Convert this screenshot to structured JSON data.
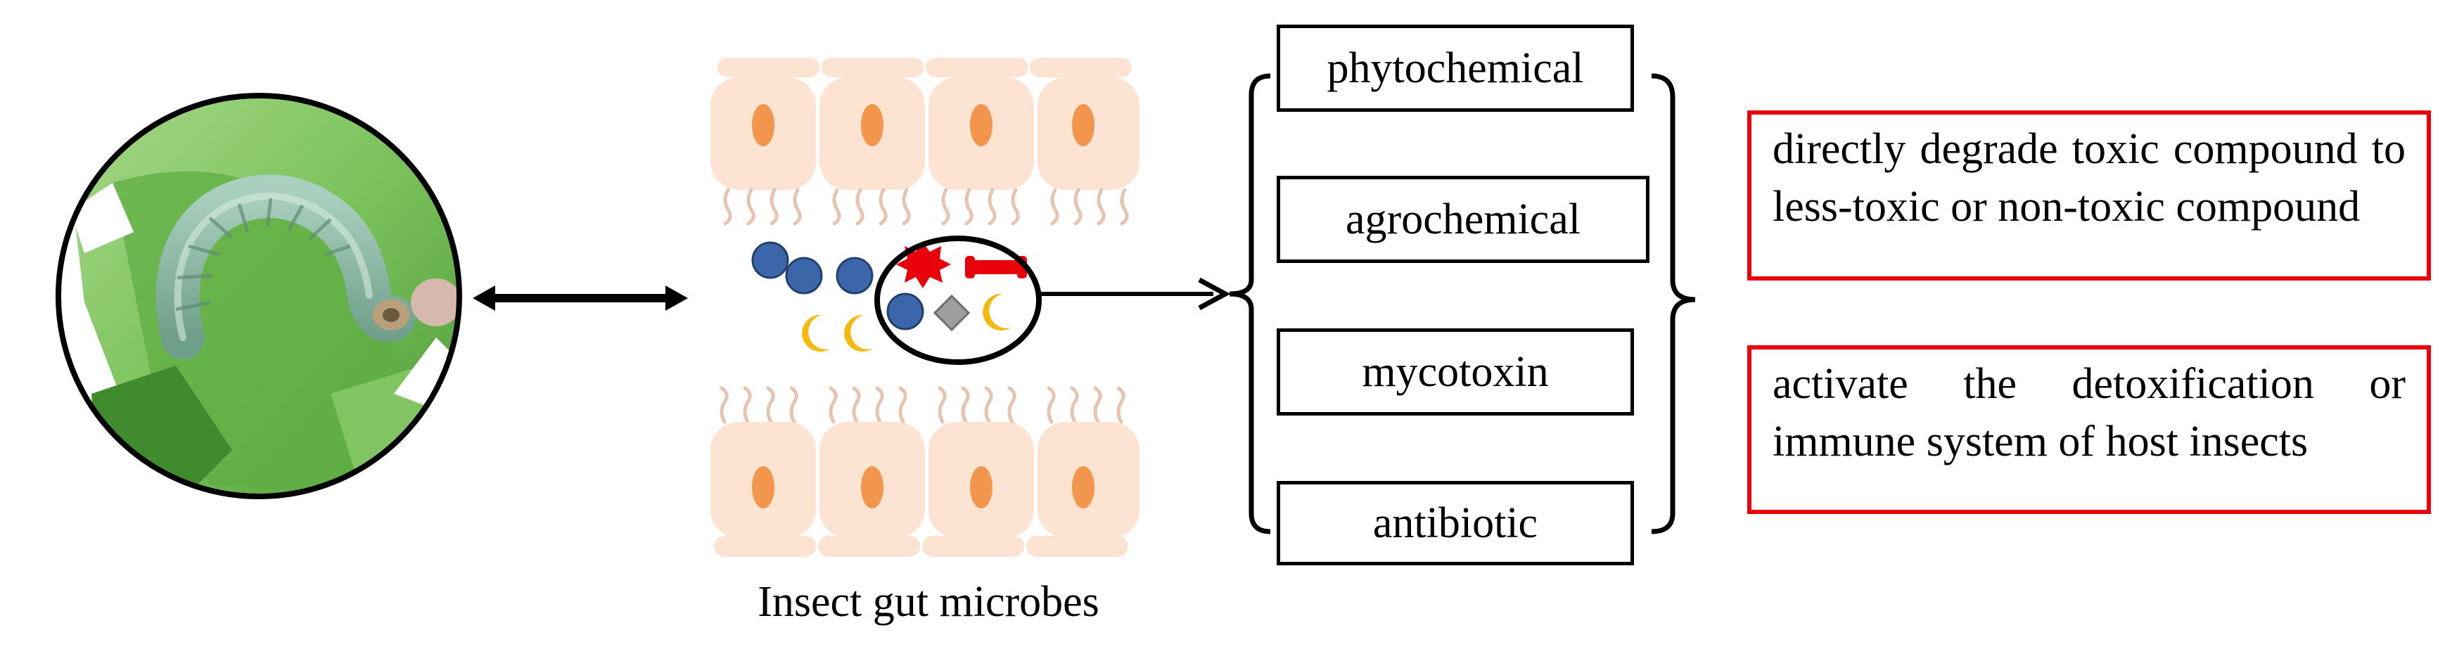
{
  "caption": "Insect gut microbes",
  "compound_boxes": [
    "phytochemical",
    "agrochemical",
    "mycotoxin",
    "antibiotic"
  ],
  "effects": [
    "directly degrade toxic compound to less-toxic or non-toxic compound",
    "activate the detoxification or immune system of host insects"
  ],
  "colors": {
    "effect_border": "#e8000b",
    "gut_cell": "#fde3d2",
    "cell_nucleus": "#f3964d",
    "microbe_blue": "#3b67aa",
    "microbe_yellow": "#f5b80c",
    "toxin_red": "#e8000b"
  }
}
